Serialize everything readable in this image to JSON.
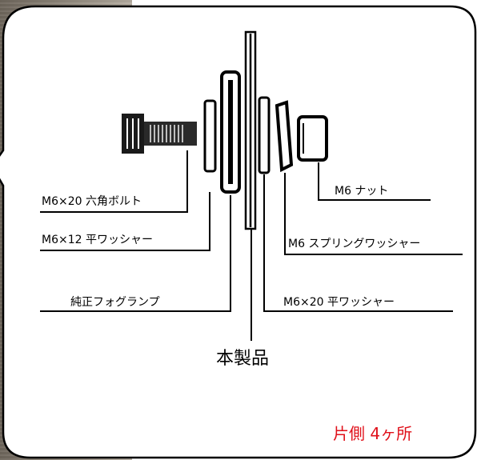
{
  "labels": {
    "bolt": "M6×20 六角ボルト",
    "washer12": "M6×12 平ワッシャー",
    "fog_lamp": "純正フォグランプ",
    "product": "本製品",
    "nut": "M6 ナット",
    "spring_washer": "M6 スプリングワッシャー",
    "washer20": "M6×20 平ワッシャー"
  },
  "note": "片側 4ヶ所",
  "colors": {
    "note": "#e0101a",
    "line": "#000000",
    "panel_bg": "#ffffff"
  }
}
